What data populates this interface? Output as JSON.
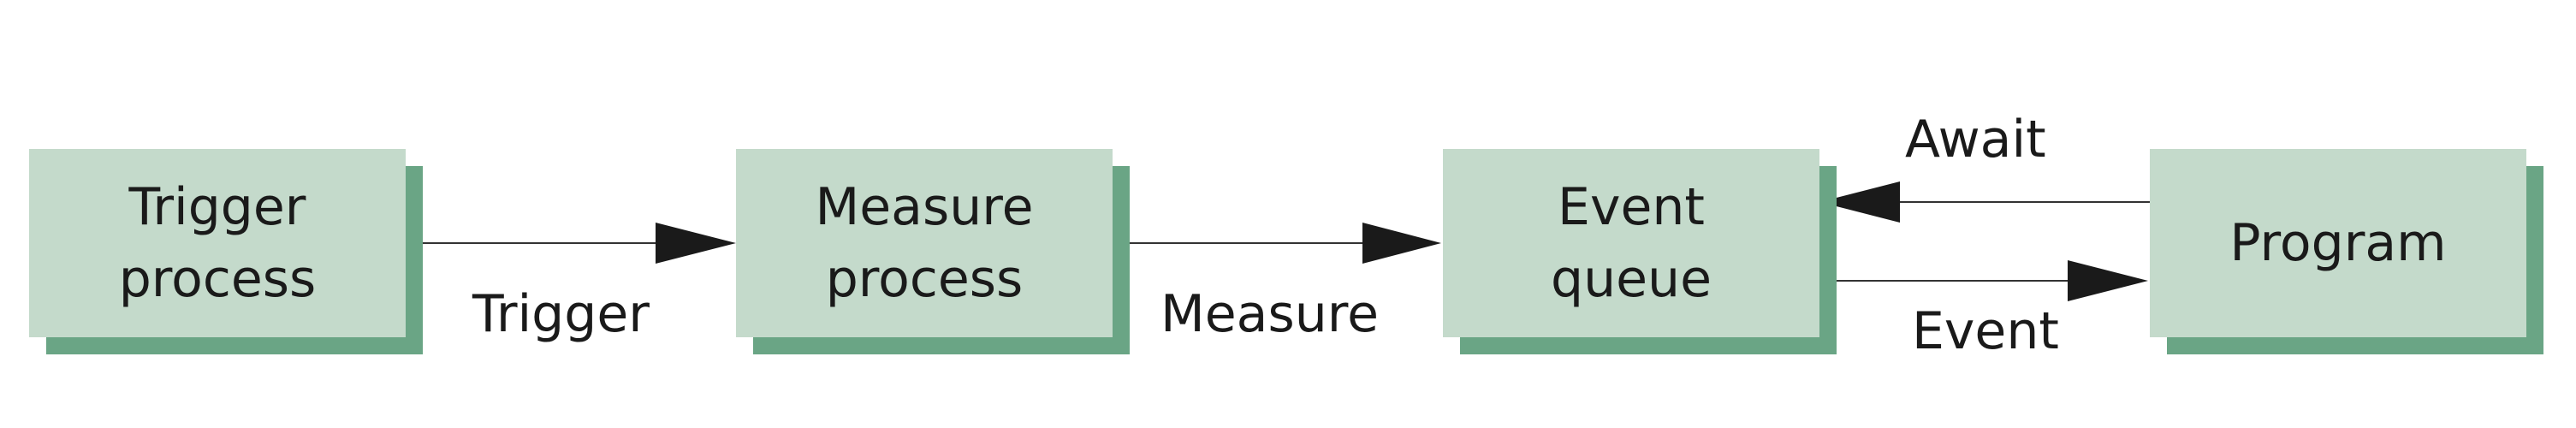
{
  "nodes": {
    "trigger_process": {
      "line1": "Trigger",
      "line2": "process"
    },
    "measure_process": {
      "line1": "Measure",
      "line2": "process"
    },
    "event_queue": {
      "line1": "Event",
      "line2": "queue"
    },
    "program": {
      "label": "Program"
    }
  },
  "edges": {
    "trigger": "Trigger",
    "measure": "Measure",
    "await": "Await",
    "event": "Event"
  },
  "colors": {
    "box_fill": "#c4dacb",
    "box_shadow": "#6aa585",
    "line": "#333333",
    "arrowhead": "#1a1a1a"
  }
}
